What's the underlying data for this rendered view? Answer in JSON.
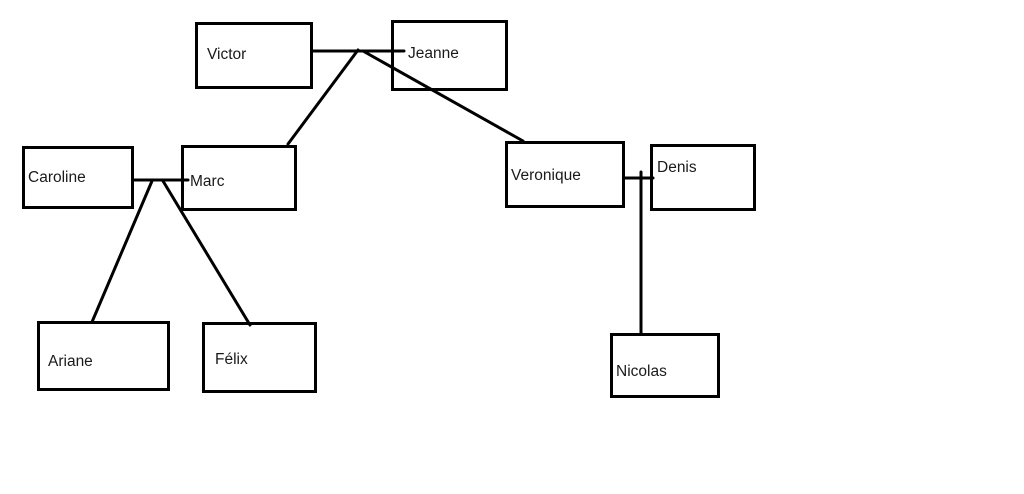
{
  "diagram": {
    "type": "family-tree",
    "background_color": "#ffffff",
    "line_color": "#000000",
    "text_color": "#1a1a1a",
    "nodes": {
      "victor": {
        "label": "Victor"
      },
      "jeanne": {
        "label": "Jeanne"
      },
      "caroline": {
        "label": "Caroline"
      },
      "marc": {
        "label": "Marc"
      },
      "veronique": {
        "label": "Veronique"
      },
      "denis": {
        "label": "Denis"
      },
      "ariane": {
        "label": "Ariane"
      },
      "felix": {
        "label": "Félix"
      },
      "nicolas": {
        "label": "Nicolas"
      }
    },
    "connections": [
      {
        "type": "couple",
        "between": [
          "Victor",
          "Jeanne"
        ]
      },
      {
        "type": "parent-child",
        "from": "Victor + Jeanne",
        "to": "Marc"
      },
      {
        "type": "parent-child",
        "from": "Victor + Jeanne",
        "to": "Veronique"
      },
      {
        "type": "couple",
        "between": [
          "Caroline",
          "Marc"
        ]
      },
      {
        "type": "parent-child",
        "from": "Caroline + Marc",
        "to": "Ariane"
      },
      {
        "type": "parent-child",
        "from": "Caroline + Marc",
        "to": "Félix"
      },
      {
        "type": "couple",
        "between": [
          "Veronique",
          "Denis"
        ]
      },
      {
        "type": "parent-child",
        "from": "Veronique + Denis",
        "to": "Nicolas"
      }
    ]
  }
}
